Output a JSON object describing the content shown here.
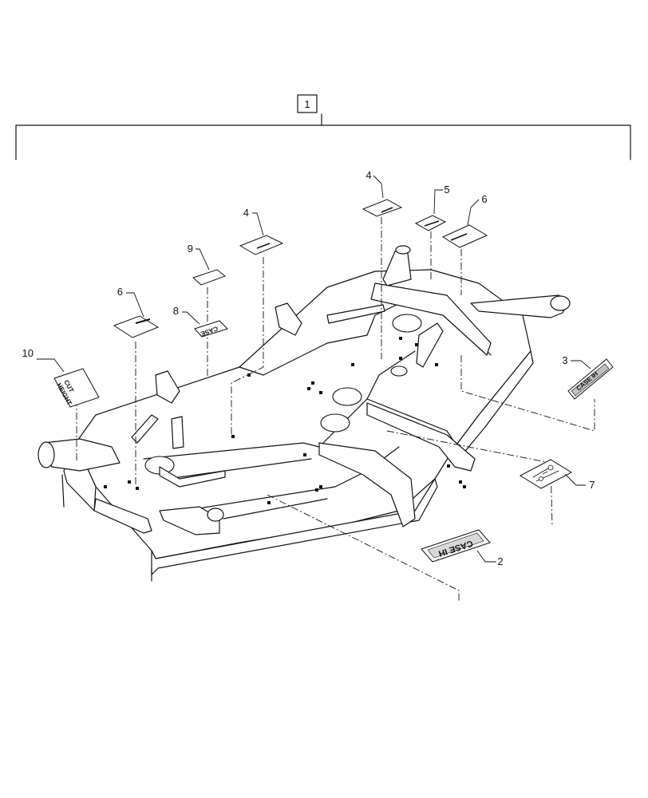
{
  "assembly_callout": "1",
  "callouts": {
    "c2": "2",
    "c3": "3",
    "c4a": "4",
    "c4b": "4",
    "c5": "5",
    "c6a": "6",
    "c6b": "6",
    "c7": "7",
    "c8": "8",
    "c9": "9",
    "c10": "10"
  },
  "decals": {
    "cut_height_line1": "CUT",
    "cut_height_line2": "HEIGHT",
    "brand": "CASE IH",
    "decal_3_text": "CASE IH",
    "decal_8_text": "CASE"
  }
}
